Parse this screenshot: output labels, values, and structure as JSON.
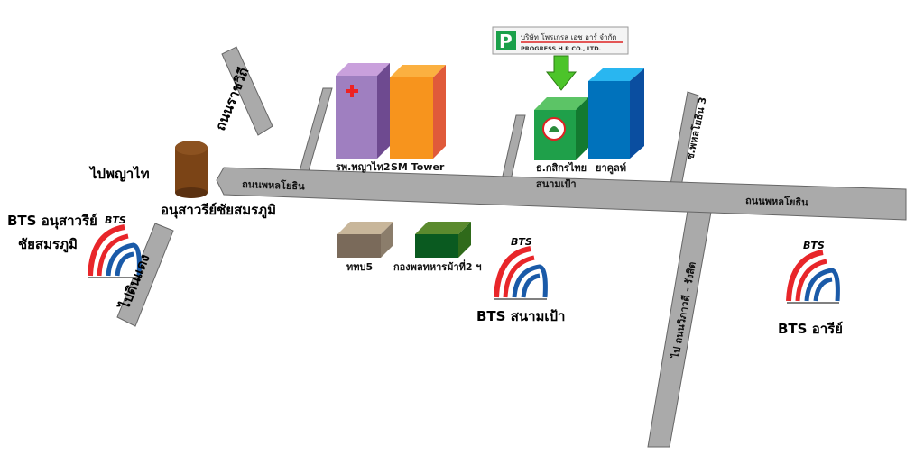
{
  "roads": {
    "main_left": "ถนนพหลโยธิน",
    "main_right": "ถนนพหลโยธิน",
    "ratchawithi": "ถนนราชวิถี",
    "din_daeng": "ไปดินแดง",
    "soi_phahon3": "ซ.พหลโยธิน 3",
    "vibhavadi": "ไป ถนนวิภาวดี - รังสิต"
  },
  "places": {
    "phaya_thai_dir": "ไปพญาไท",
    "monument": "อนุสาวรีย์ชัยสมรภูมิ",
    "hospital": "รพ.พญาไท2",
    "sm_tower": "SM Tower",
    "kbank": "ธ.กสิกรไทย",
    "kbank_branch": "สนามเป้า",
    "yakult": "ยาคูลท์",
    "tv5": "ททบ5",
    "cavalry": "กองพลทหารม้าที่2 ฯ"
  },
  "stations": {
    "victory_line1": "BTS อนุสาวรีย์",
    "victory_line2": "ชัยสมรภูมิ",
    "sanam_pao": "BTS สนามเป้า",
    "ari": "BTS อารีย์",
    "logo_text": "BTS"
  },
  "company": {
    "thai_name": "บริษัท โพรเกรส เอช อาร์ จำกัด",
    "english_name": "PROGRESS H R CO., LTD.",
    "logo_letter": "P"
  },
  "colors": {
    "road": "#aaaaaa",
    "bts_red": "#e8262a",
    "bts_blue": "#1a5aa8"
  }
}
